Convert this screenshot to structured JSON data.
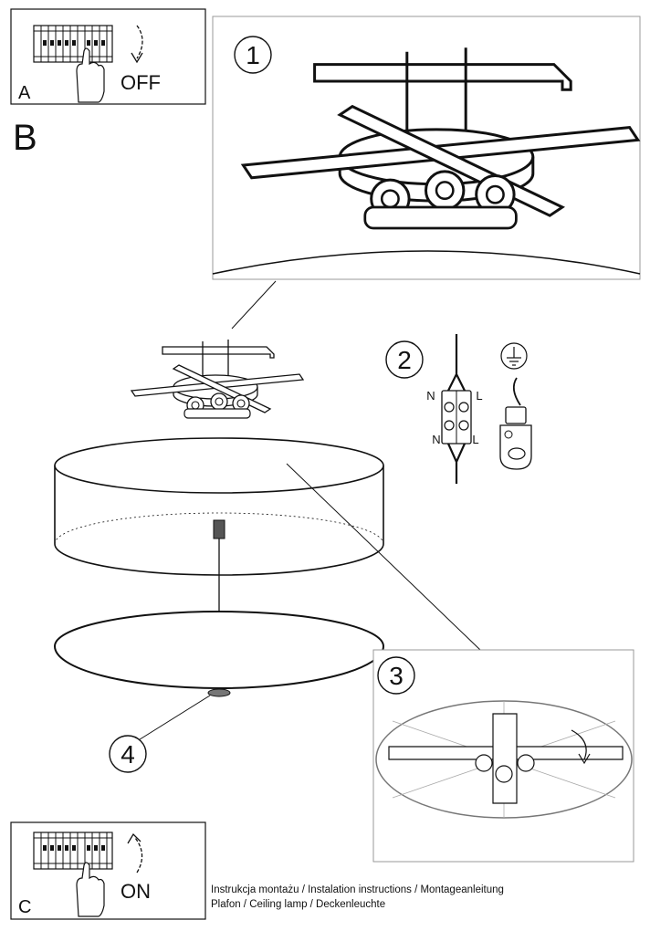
{
  "steps": {
    "a": {
      "letter": "A",
      "switch_label": "OFF"
    },
    "b": {
      "letter": "B"
    },
    "c": {
      "letter": "C",
      "switch_label": "ON"
    },
    "callouts": [
      "1",
      "2",
      "3",
      "4"
    ]
  },
  "wiring": {
    "terminal_labels": {
      "top_left": "N",
      "top_right": "L",
      "bottom_left": "N",
      "bottom_right": "L"
    }
  },
  "caption": {
    "line1": "Instrukcja montażu / Instalation instructions / Montageanleitung",
    "line2": "Plafon / Ceiling lamp / Deckenleuchte"
  },
  "colors": {
    "ink": "#111111",
    "panel_border": "#999999",
    "shade_fill": "#ffffff"
  }
}
